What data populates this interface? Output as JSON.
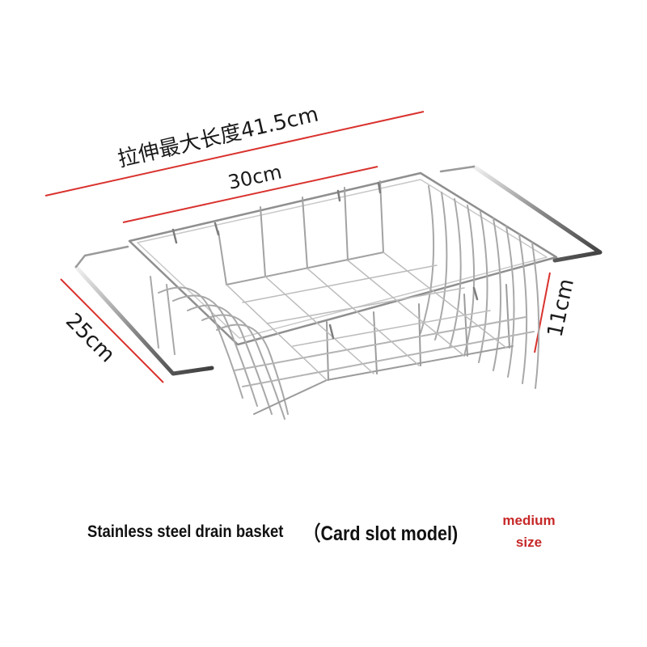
{
  "dimensions": {
    "max_length_label": "拉伸最大长度41.5cm",
    "length_label": "30cm",
    "width_label": "25cm",
    "height_label": "11cm"
  },
  "caption": {
    "product_name": "Stainless steel drain basket",
    "model": "（Card slot model)",
    "size_line1": "medium",
    "size_line2": "size"
  },
  "colors": {
    "dimension_line": "#d9322e",
    "size_note": "#c62828",
    "wire": "#9a9a9a"
  }
}
